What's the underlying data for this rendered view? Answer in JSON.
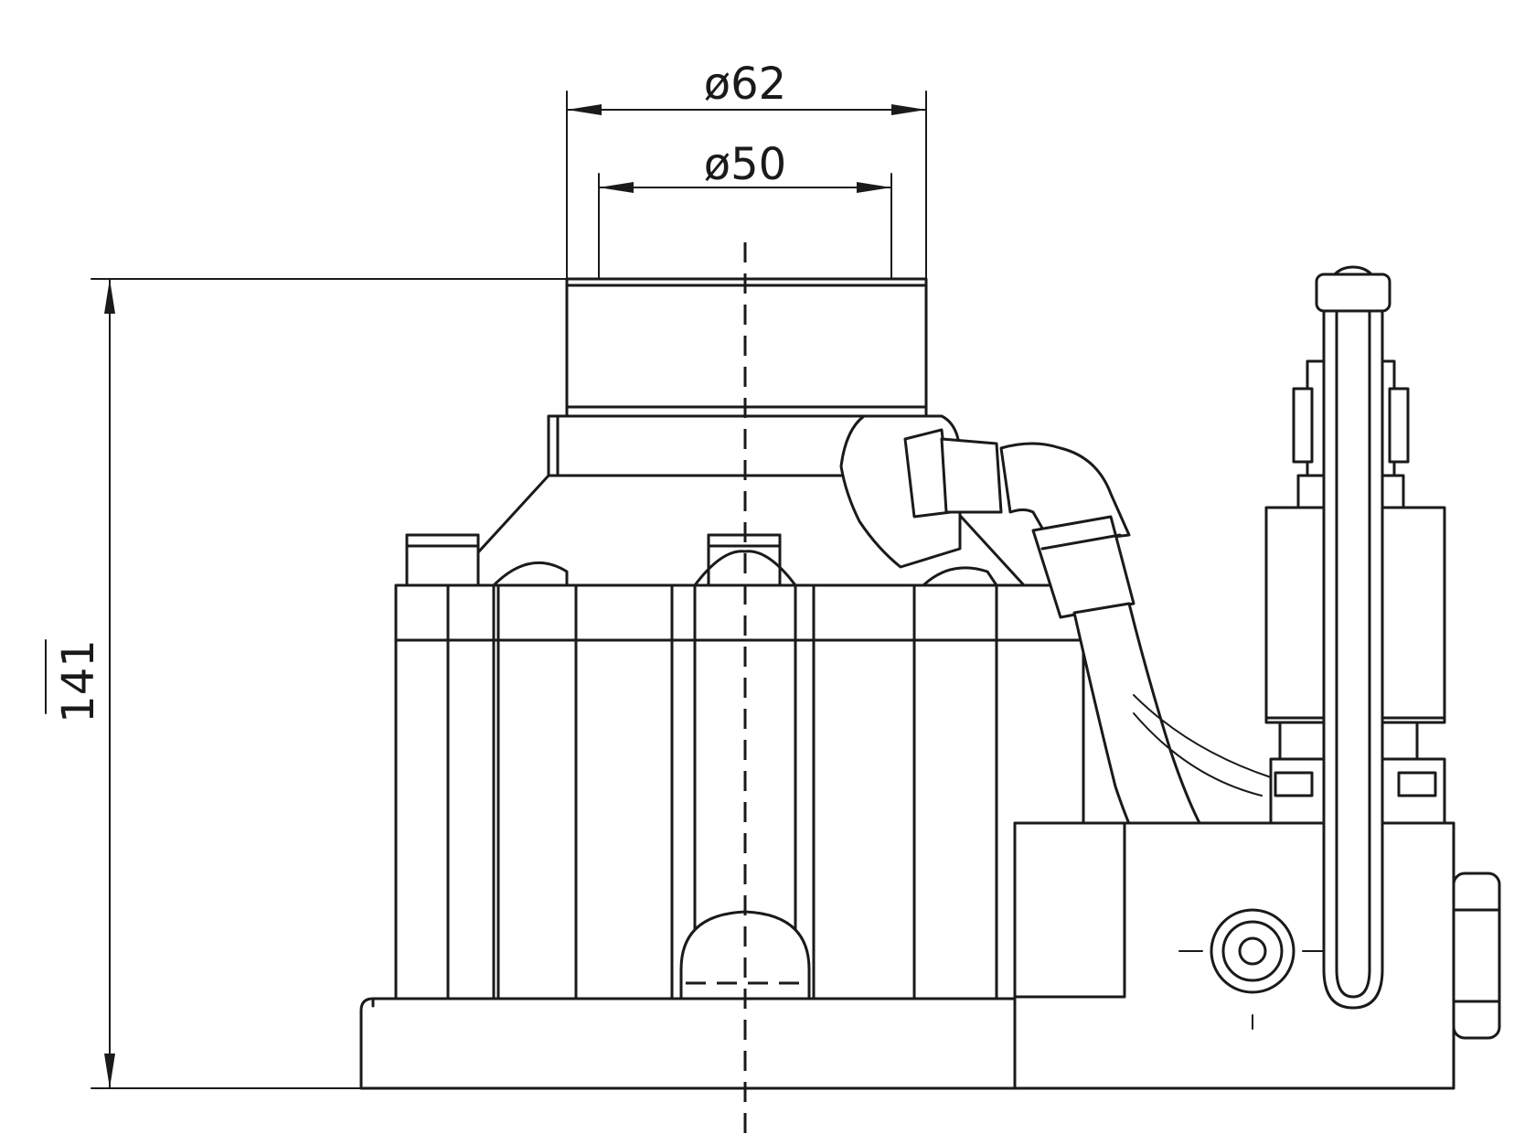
{
  "dimensions": {
    "outer_diameter": "ø62",
    "inner_diameter": "ø50",
    "height": "141"
  }
}
